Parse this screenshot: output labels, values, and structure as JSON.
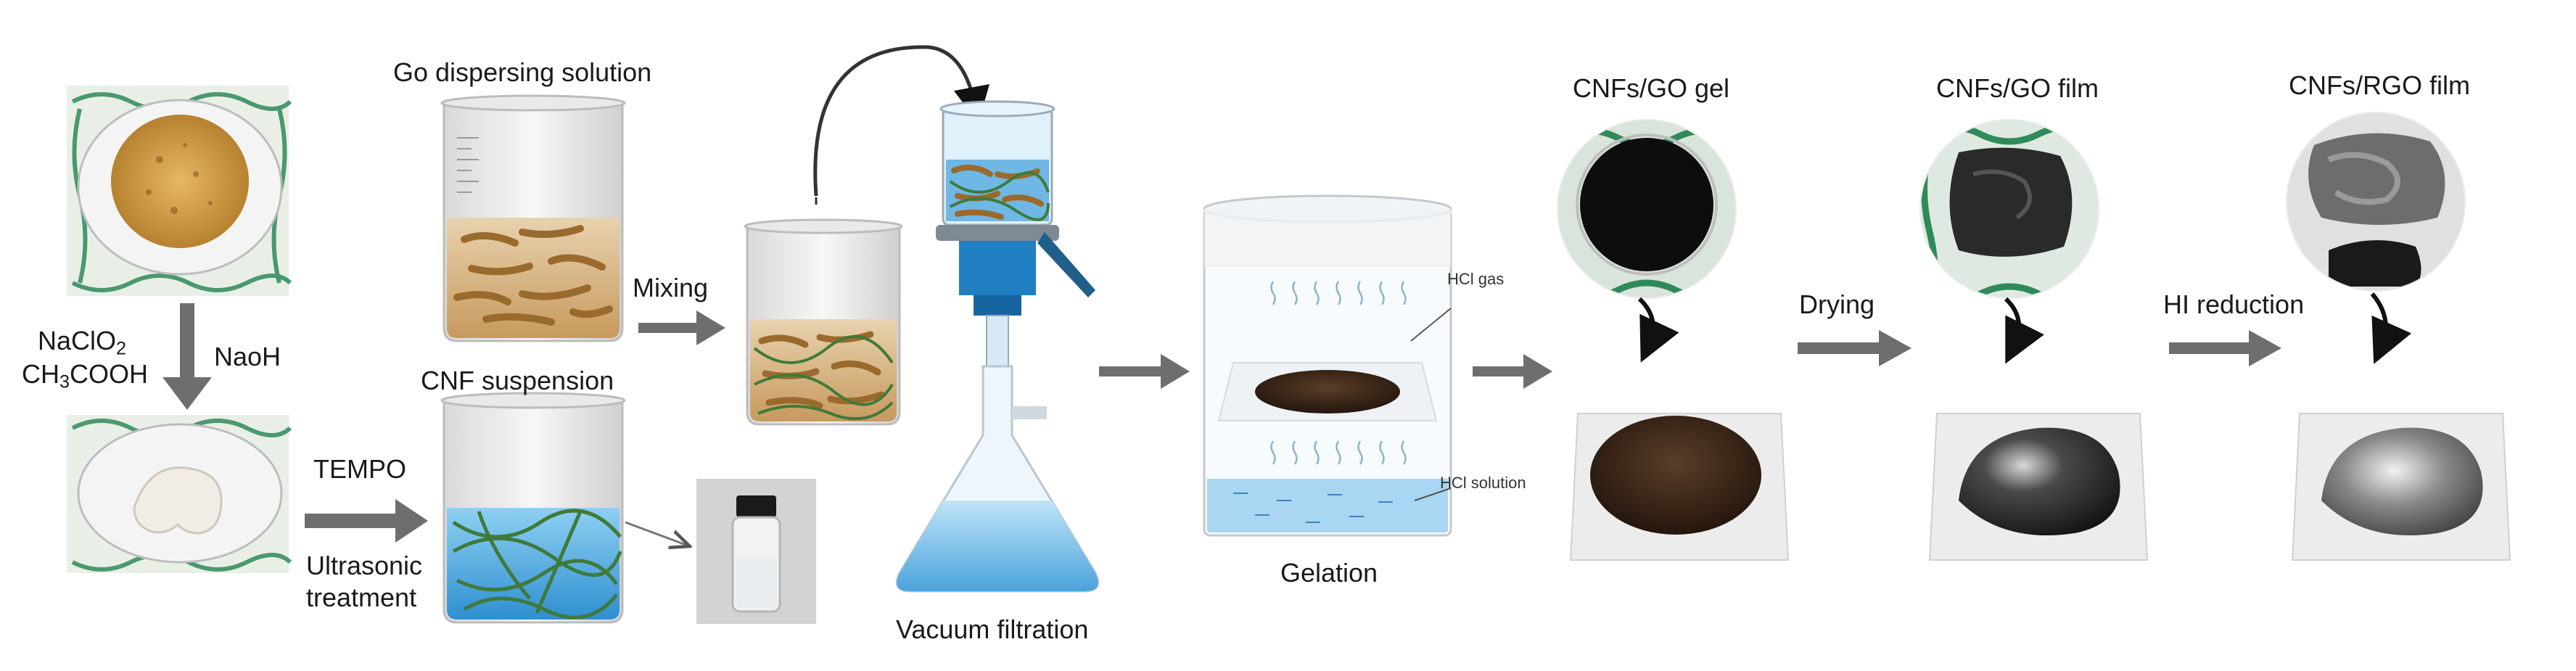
{
  "labels": {
    "go_dispersing_solution": "Go dispersing solution",
    "cnf_suspension": "CNF suspension",
    "reagent_naclo2": "NaClO",
    "reagent_naclo2_sub": "2",
    "reagent_ch3cooh_a": "CH",
    "reagent_ch3cooh_sub": "3",
    "reagent_ch3cooh_b": "COOH",
    "reagent_naoh": "NaoH",
    "tempo": "TEMPO",
    "ultrasonic_line1": "Ultrasonic",
    "ultrasonic_line2": "treatment",
    "mixing": "Mixing",
    "vacuum_filtration": "Vacuum filtration",
    "hcl_gas": "HCl gas",
    "hcl_solution": "HCl solution",
    "gelation": "Gelation",
    "cnfs_go_gel": "CNFs/GO gel",
    "cnfs_go_film": "CNFs/GO film",
    "cnfs_rgo_film": "CNFs/RGO film",
    "drying": "Drying",
    "hi_reduction": "HI reduction"
  },
  "colors": {
    "arrow_gray": "#6e6e6e",
    "fiber_brown": "#9a6a2c",
    "fiber_green": "#3f7a3a",
    "water_blue": "#4aa3dc",
    "gel_dark": "#2b1d14",
    "rgo_gray": "#8a8a8a",
    "seal_green": "#2f8a5a"
  }
}
